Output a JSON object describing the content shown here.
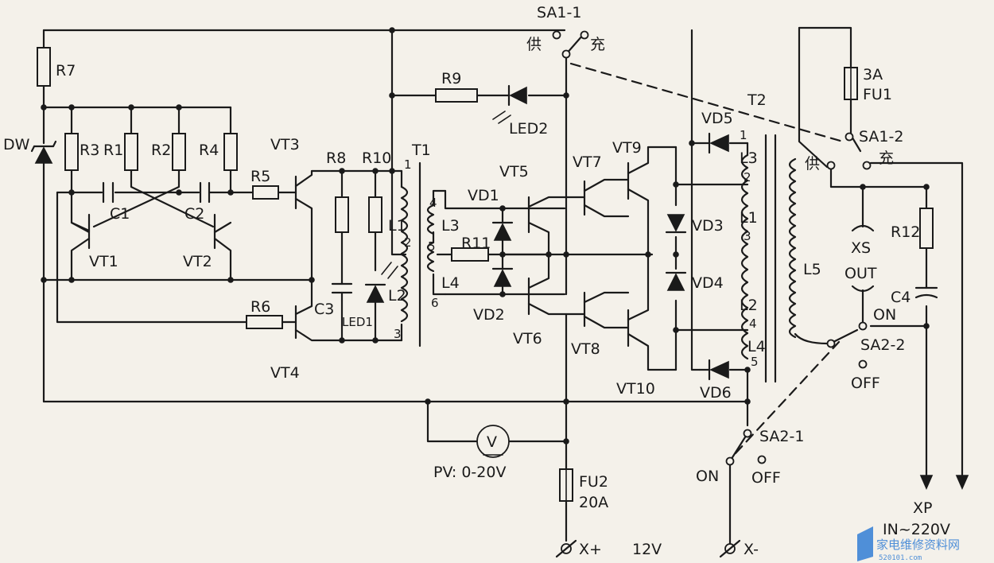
{
  "labels": {
    "R7": "R7",
    "R3": "R3",
    "R1": "R1",
    "R2": "R2",
    "R4": "R4",
    "R5": "R5",
    "R6": "R6",
    "R8": "R8",
    "R10": "R10",
    "R9": "R9",
    "R11": "R11",
    "R12": "R12",
    "DW": "DW",
    "C1": "C1",
    "C2": "C2",
    "C3": "C3",
    "C4": "C4",
    "VT1": "VT1",
    "VT2": "VT2",
    "VT3": "VT3",
    "VT4": "VT4",
    "VT5": "VT5",
    "VT6": "VT6",
    "VT7": "VT7",
    "VT8": "VT8",
    "VT9": "VT9",
    "VT10": "VT10",
    "VD1": "VD1",
    "VD2": "VD2",
    "VD3": "VD3",
    "VD4": "VD4",
    "VD5": "VD5",
    "VD6": "VD6",
    "LED1": "LED1",
    "LED2": "LED2",
    "T1": "T1",
    "T2": "T2",
    "L1a": "L1",
    "L2a": "L2",
    "L3a": "L3",
    "L4a": "L4",
    "L3b": "L3",
    "L1b": "L1",
    "L2b": "L2",
    "L4b": "L4",
    "L5": "L5",
    "SA11": "SA1-1",
    "SA12": "SA1-2",
    "SA21": "SA2-1",
    "SA22": "SA2-2",
    "gong1": "供",
    "chong1": "充",
    "gong2": "供",
    "chong2": "充",
    "on1": "ON",
    "off1": "OFF",
    "on2": "ON",
    "off2": "OFF",
    "fuse1": "3A",
    "fuse1b": "FU1",
    "fuse2": "FU2",
    "fuse2b": "20A",
    "meter": "V",
    "meterRange": "PV: 0-20V",
    "xs": "XS",
    "out": "OUT",
    "xp": "XP",
    "inVolt": "IN~220V",
    "xplus": "X+",
    "v12": "12V",
    "xminus": "X-",
    "pin_t1_1": "1",
    "pin_t1_2": "2",
    "pin_t1_3": "3",
    "pin_t1_4": "4",
    "pin_t1_5": "5",
    "pin_t1_6": "6",
    "pin_t2_1": "1",
    "pin_t2_2": "2",
    "pin_t2_3": "3",
    "pin_t2_4": "4",
    "pin_t2_5": "5",
    "watermark": "家电维修资料网",
    "watermarkUrl": "520101.com"
  },
  "colors": {
    "ink": "#1a1a1a",
    "paper": "#f4f1ea",
    "watermark": "#4f8fd8"
  }
}
